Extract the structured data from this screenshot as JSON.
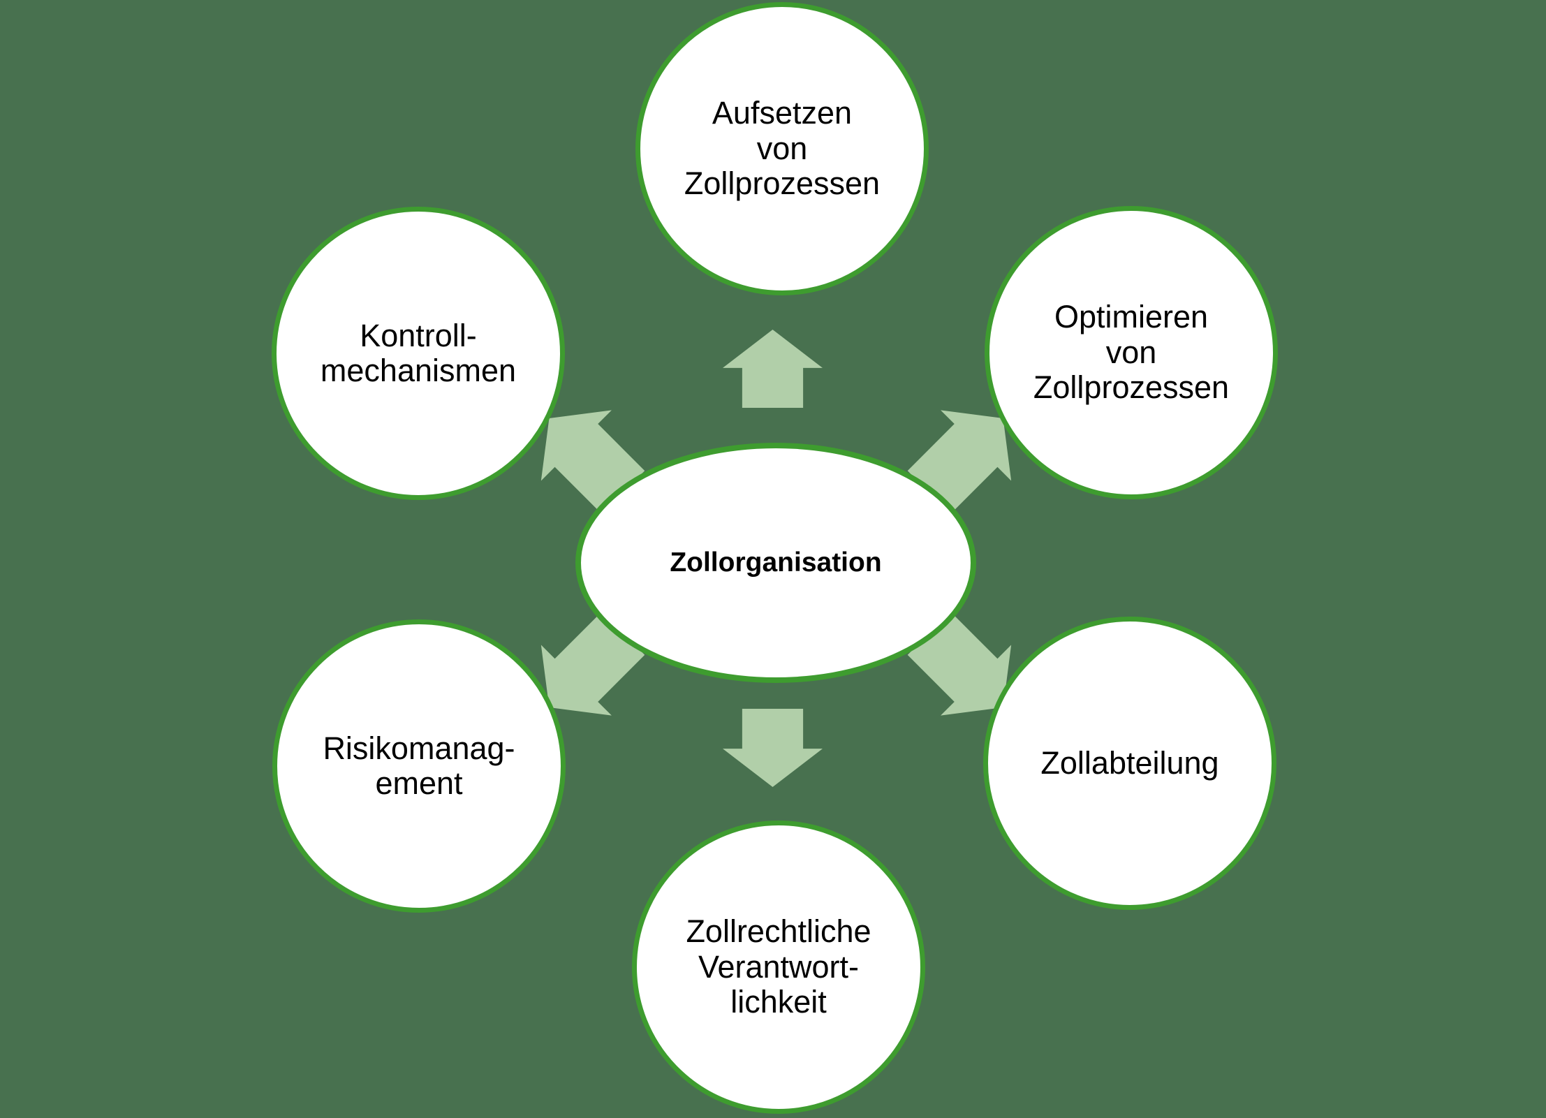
{
  "diagram": {
    "center": {
      "label": "Zollorganisation"
    },
    "nodes": [
      {
        "id": "aufsetzen-von-zollprozessen",
        "label": "Aufsetzen\nvon\nZollprozessen"
      },
      {
        "id": "optimieren-von-zollprozessen",
        "label": "Optimieren\nvon\nZollprozessen"
      },
      {
        "id": "zollabteilung",
        "label": "Zollabteilung"
      },
      {
        "id": "zollrechtliche-verantwortlichkeit",
        "label": "Zollrechtliche\nVerantwort-\nlichkeit"
      },
      {
        "id": "risikomanagement",
        "label": "Risikomanag-\nement"
      },
      {
        "id": "kontrollmechanismen",
        "label": "Kontroll-\nmechanismen"
      }
    ],
    "arrows": [
      {
        "direction": "up"
      },
      {
        "direction": "up-right"
      },
      {
        "direction": "down-right"
      },
      {
        "direction": "down"
      },
      {
        "direction": "down-left"
      },
      {
        "direction": "up-left"
      }
    ],
    "colors": {
      "background": "#48714F",
      "node_border": "#3E9C2F",
      "node_fill": "#FFFFFF",
      "arrow_fill": "#B1CFA9",
      "text": "#000000"
    }
  }
}
